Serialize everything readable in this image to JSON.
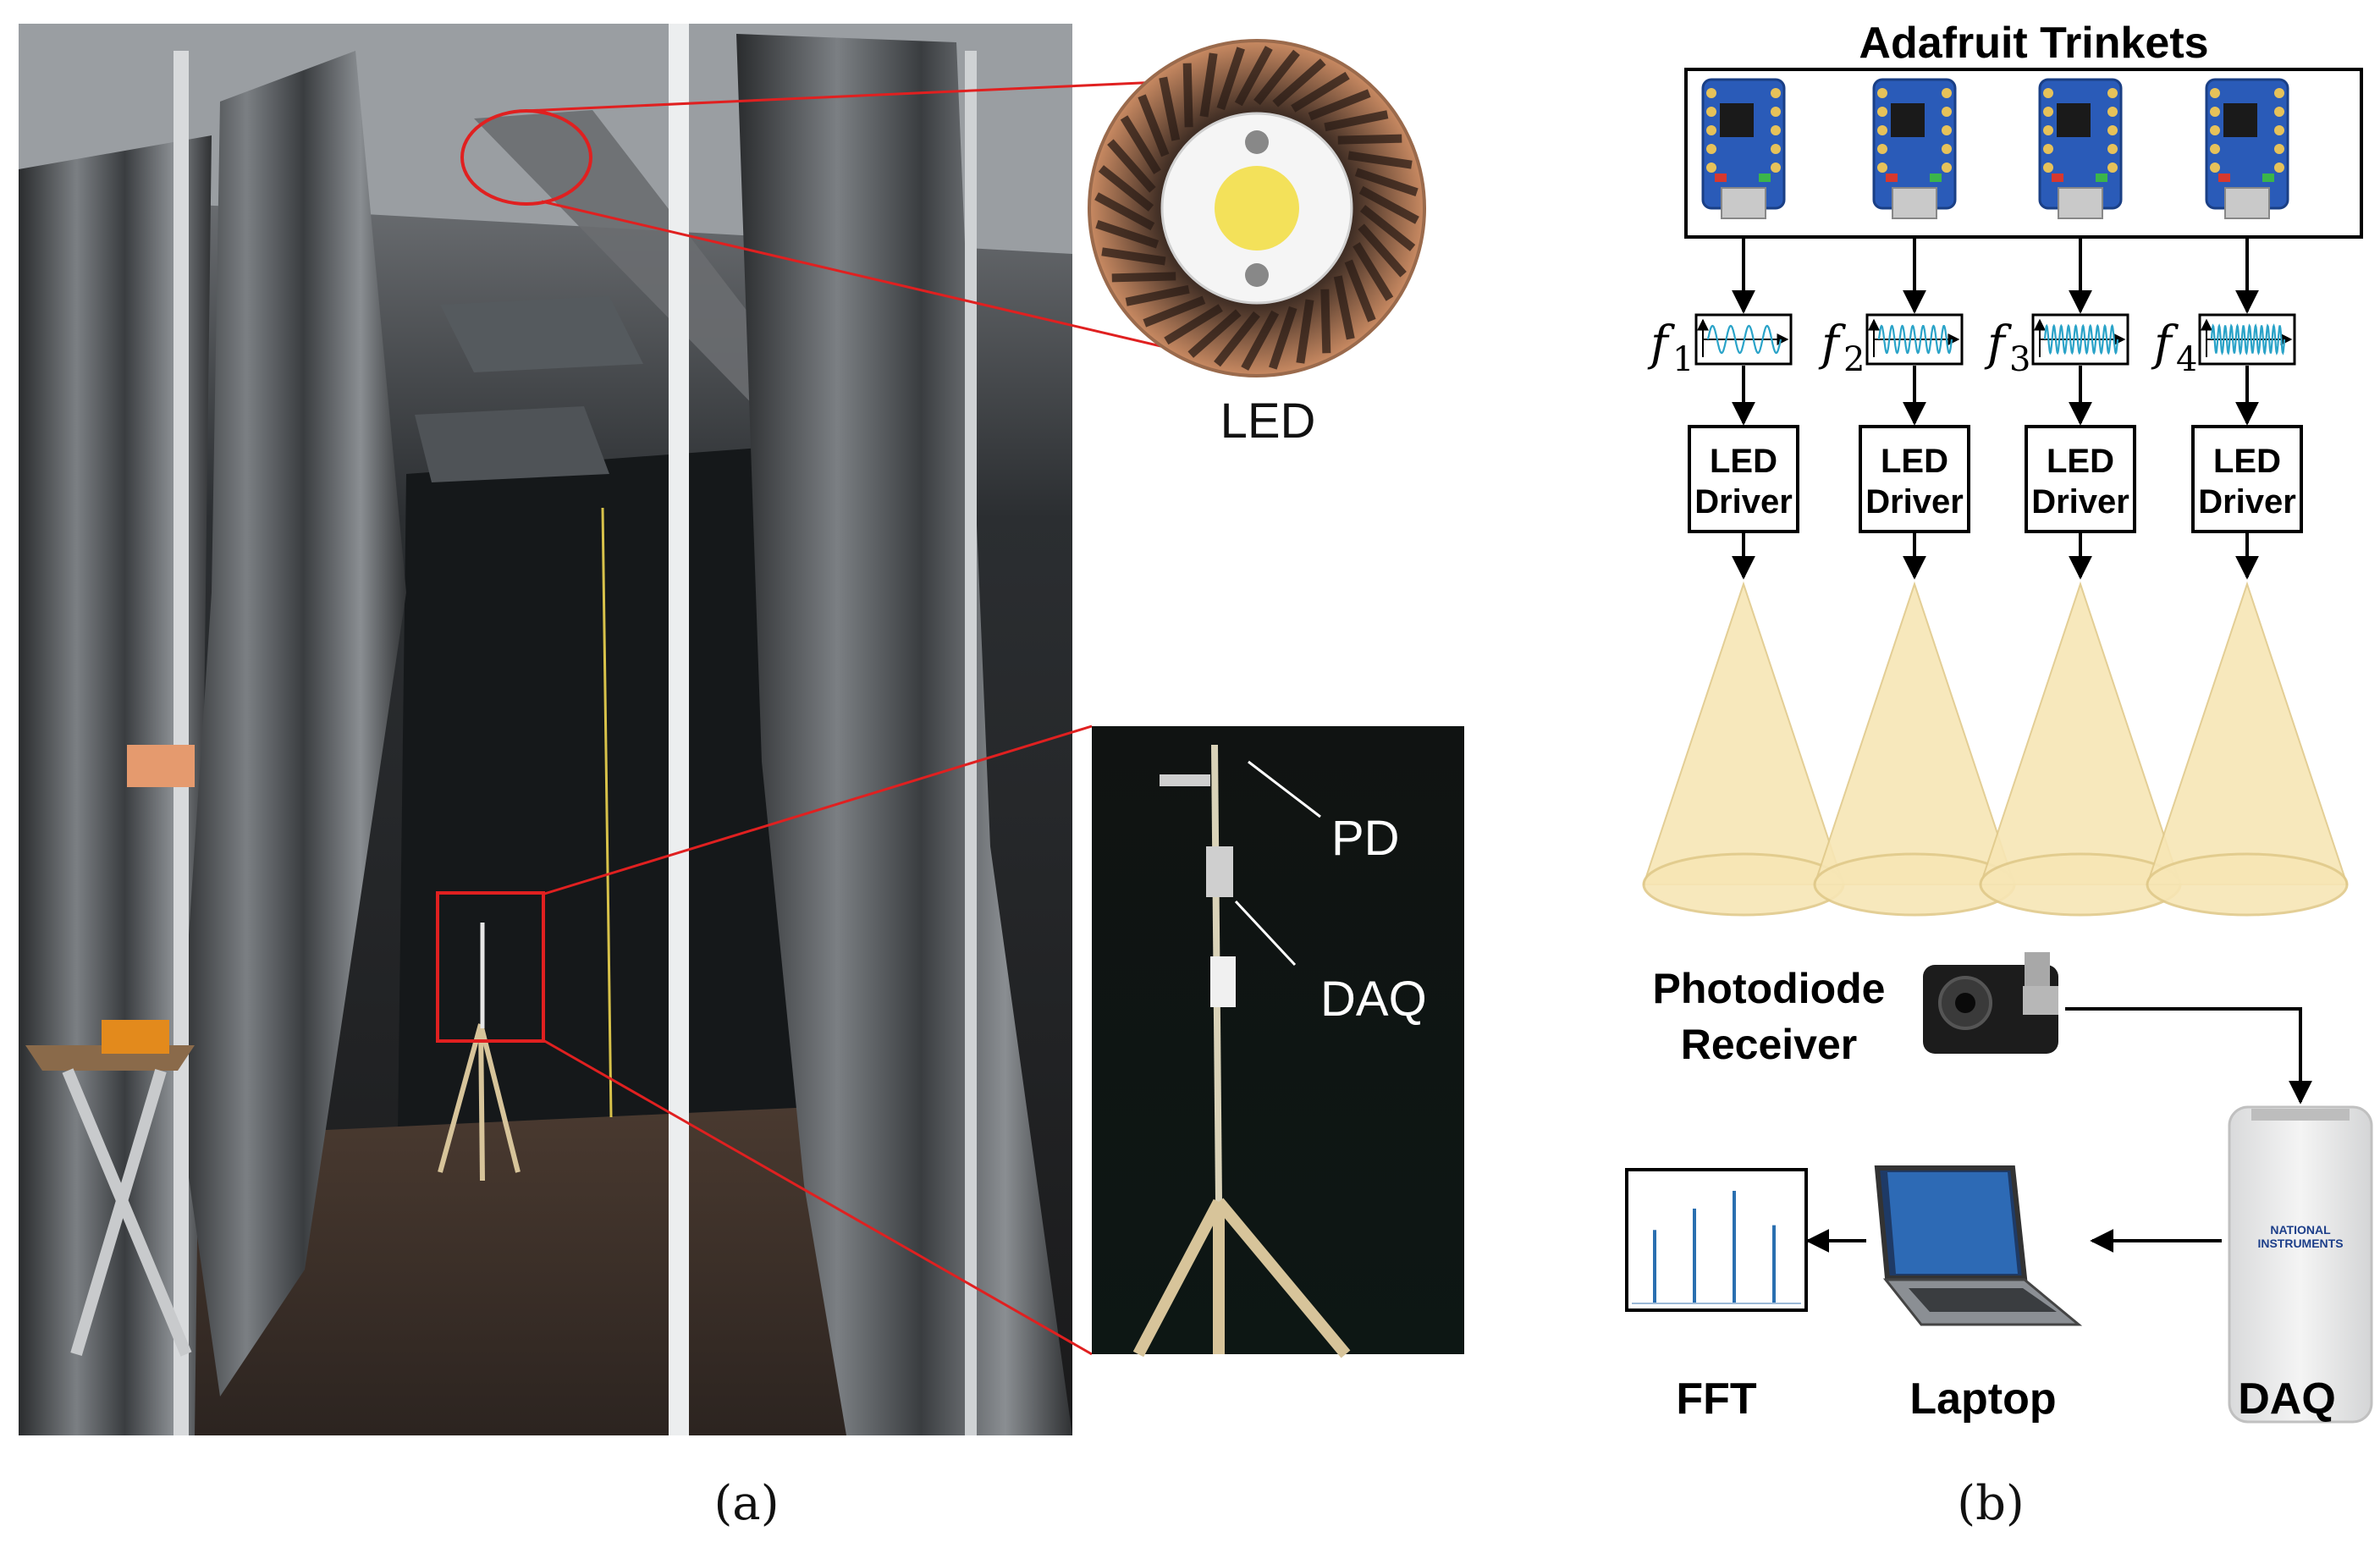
{
  "panel_a": {
    "caption": "(a)",
    "led_label": "LED",
    "pd_label": "PD",
    "daq_label": "DAQ"
  },
  "panel_b": {
    "caption": "(b)",
    "trinkets_title": "Adafruit Trinkets",
    "freq_symbol": "f",
    "channels": [
      {
        "sub": "1",
        "driver": [
          "LED",
          "Driver"
        ],
        "cycles": 4
      },
      {
        "sub": "2",
        "driver": [
          "LED",
          "Driver"
        ],
        "cycles": 7
      },
      {
        "sub": "3",
        "driver": [
          "LED",
          "Driver"
        ],
        "cycles": 10
      },
      {
        "sub": "4",
        "driver": [
          "LED",
          "Driver"
        ],
        "cycles": 12
      }
    ],
    "photodiode_label": [
      "Photodiode",
      "Receiver"
    ],
    "daq_label": "DAQ",
    "laptop_label": "Laptop",
    "fft_label": "FFT",
    "daq_device_text": [
      "NATIONAL",
      "INSTRUMENTS"
    ],
    "fft_peaks": [
      0.62,
      0.8,
      0.95,
      0.66
    ]
  },
  "colors": {
    "cone_fill": "#f7e6b5",
    "cone_stroke": "#e0c98a",
    "board_blue": "#2a5bb8",
    "wave_blue": "#2aa3c8",
    "frame_red": "#e02020",
    "fft_blue": "#2a6fb0"
  }
}
